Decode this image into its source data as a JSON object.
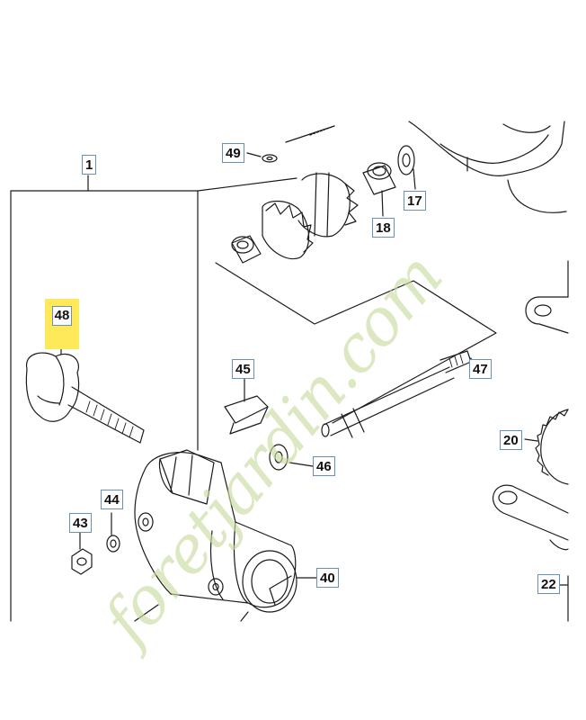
{
  "callouts": {
    "c1": "1",
    "c48": "48",
    "c49": "49",
    "c17": "17",
    "c18": "18",
    "c45": "45",
    "c47": "47",
    "c46": "46",
    "c44": "44",
    "c43": "43",
    "c40": "40",
    "c20": "20",
    "c22": "22"
  },
  "watermark": "foretjardin.com",
  "colors": {
    "line": "#1a1a1a",
    "callout_border": "#6a8fb8",
    "highlight": "#fde95a",
    "watermark": "#c8dca2"
  }
}
